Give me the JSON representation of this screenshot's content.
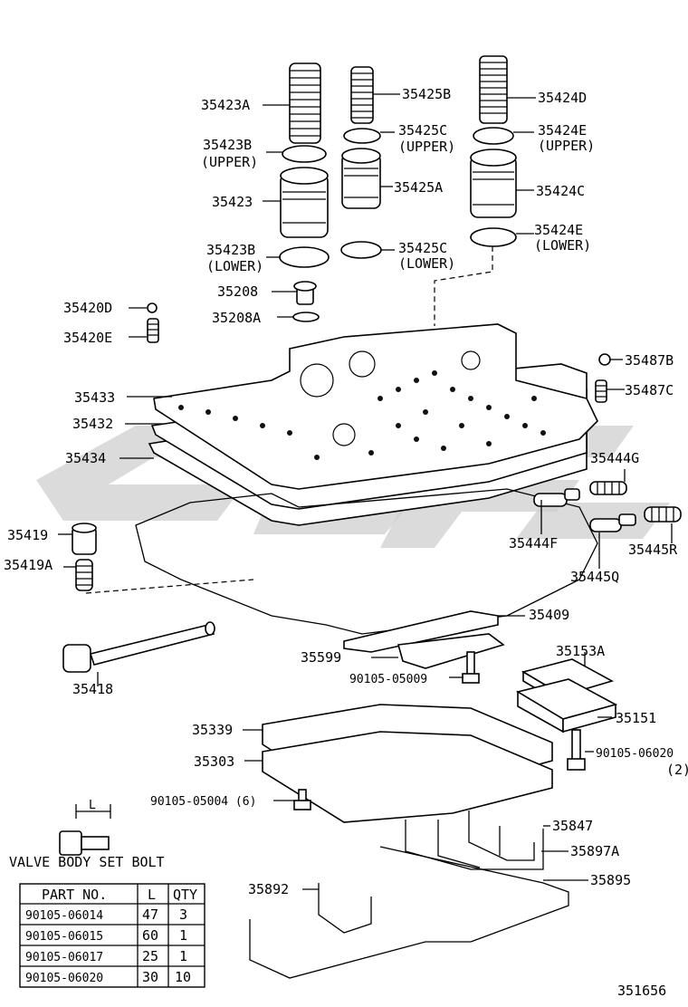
{
  "labels": {
    "p35423A": "35423A",
    "p35425B": "35425B",
    "p35424D": "35424D",
    "p35423B_u": "35423B",
    "p35423B_u2": "(UPPER)",
    "p35425C_u": "35425C",
    "p35425C_u2": "(UPPER)",
    "p35424E_u": "35424E",
    "p35424E_u2": "(UPPER)",
    "p35423": "35423",
    "p35425A": "35425A",
    "p35424C": "35424C",
    "p35423B_l": "35423B",
    "p35423B_l2": "(LOWER)",
    "p35425C_l": "35425C",
    "p35425C_l2": "(LOWER)",
    "p35424E_l": "35424E",
    "p35424E_l2": "(LOWER)",
    "p35208": "35208",
    "p35208A": "35208A",
    "p35420D": "35420D",
    "p35420E": "35420E",
    "p35487B": "35487B",
    "p35487C": "35487C",
    "p35433": "35433",
    "p35432": "35432",
    "p35434": "35434",
    "p35444G": "35444G",
    "p35444F": "35444F",
    "p35445R": "35445R",
    "p35445Q": "35445Q",
    "p35419": "35419",
    "p35419A": "35419A",
    "p35409": "35409",
    "p35599": "35599",
    "p90105_05009": "90105-05009",
    "p35153A": "35153A",
    "p35418": "35418",
    "p35151": "35151",
    "p35339": "35339",
    "p90105_06020": "90105-06020",
    "p90105_06020b": "(2)",
    "p35303": "35303",
    "p90105_05004": "90105-05004 (6)",
    "p35847": "35847",
    "p35897A": "35897A",
    "p35892": "35892",
    "p35895": "35895",
    "dim_L": "L",
    "bolt_caption": "VALVE BODY SET BOLT",
    "figure_number": "351656"
  },
  "bolt_table": {
    "headers": [
      "PART NO.",
      "L",
      "QTY"
    ],
    "rows": [
      [
        "90105-06014",
        "47",
        "3"
      ],
      [
        "90105-06015",
        "60",
        "1"
      ],
      [
        "90105-06017",
        "25",
        "1"
      ],
      [
        "90105-06020",
        "30",
        "10"
      ]
    ]
  }
}
